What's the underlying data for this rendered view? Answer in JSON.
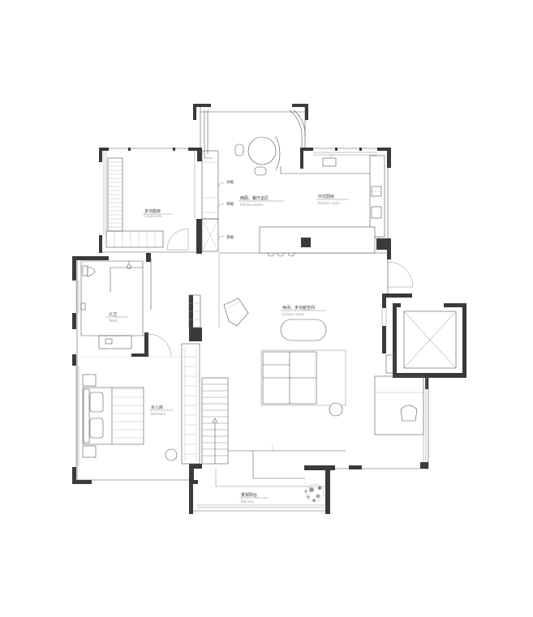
{
  "rooms": [
    {
      "id": "multi-room",
      "cn": "多功能房",
      "en": "Cloakroom"
    },
    {
      "id": "kitchen-dining",
      "cn": "西厨、餐厅总区",
      "en": "Kitchen zones"
    },
    {
      "id": "chinese-kitchen",
      "cn": "中式厨房",
      "en": "Kitchen room"
    },
    {
      "id": "bathroom",
      "cn": "公卫",
      "en": "Toilet"
    },
    {
      "id": "living",
      "cn": "休闲、多功能空间",
      "en": "Leisure space"
    },
    {
      "id": "daughter-room",
      "cn": "女儿房",
      "en": "Bedroom"
    },
    {
      "id": "balcony",
      "cn": "景观阳台",
      "en": "Balcony"
    }
  ],
  "appliances": {
    "fridge": "冰箱",
    "oven": "烤箱",
    "steamer": "蒸箱"
  }
}
